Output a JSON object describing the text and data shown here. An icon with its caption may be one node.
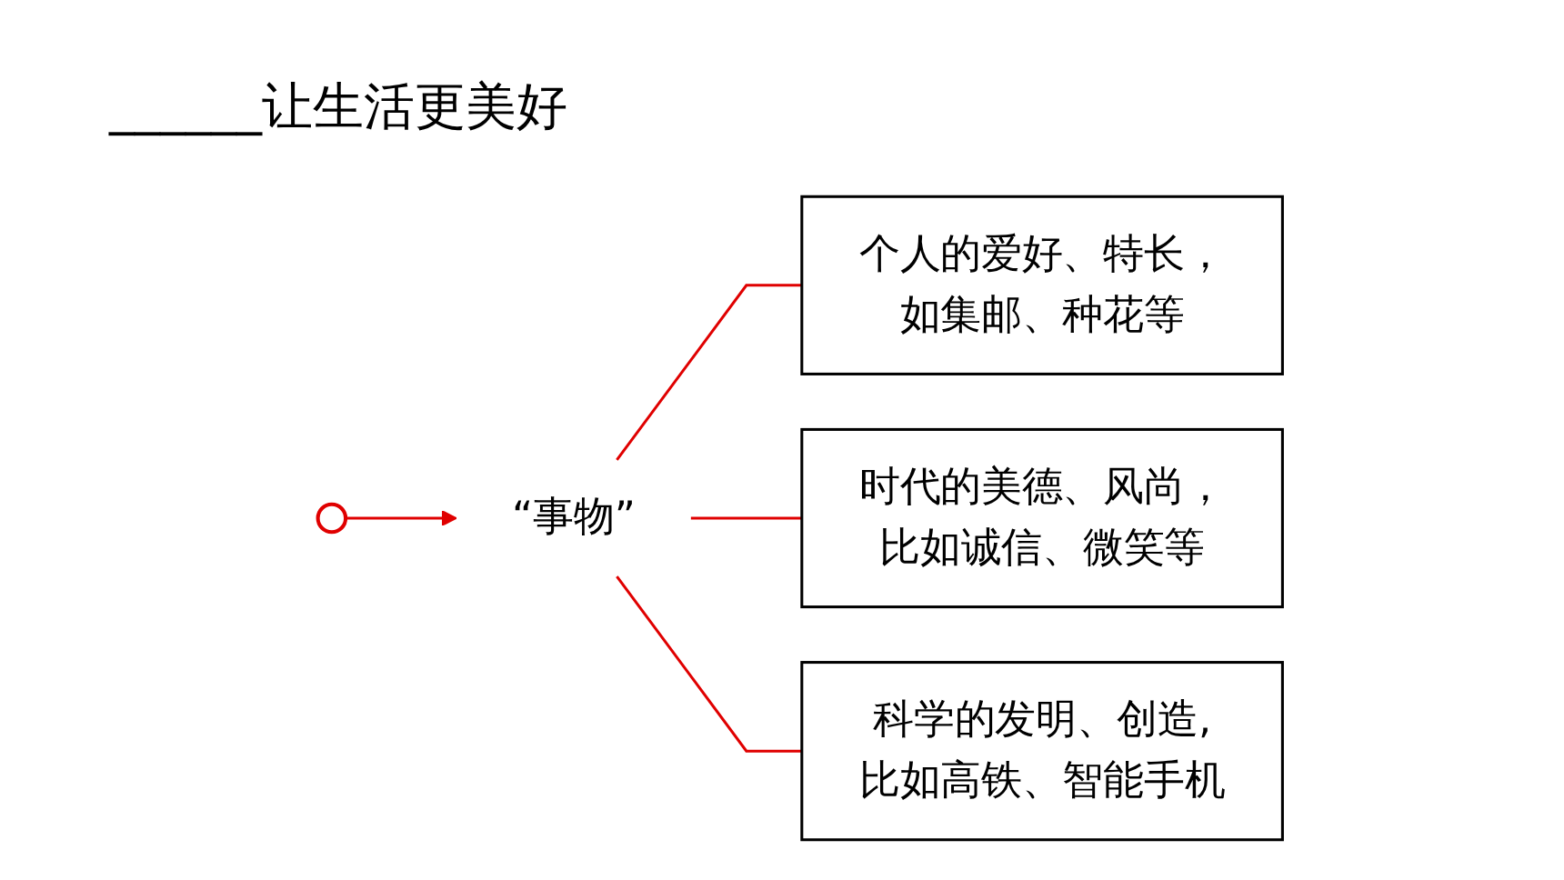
{
  "diagram": {
    "title": "______让生活更美好",
    "nodes": [
      {
        "text": [],
        "shape": "circle"
      },
      {
        "text": [
          "“事物”"
        ]
      },
      {
        "text": [
          "个人的爱好、特长，如集邮、种花等"
        ]
      },
      {
        "text": [
          "时代的美德、风尚，比如诚信、微笑等"
        ]
      },
      {
        "text": [
          "科学的发明、创造,比如高铁、智能手机"
        ]
      }
    ],
    "edges": [
      {
        "from": 0,
        "to": 1,
        "arrow": "to"
      },
      {
        "from": 1,
        "to": 2,
        "arrow": "none"
      },
      {
        "from": 1,
        "to": 3,
        "arrow": "none"
      },
      {
        "from": 1,
        "to": 4,
        "arrow": "none"
      }
    ]
  }
}
